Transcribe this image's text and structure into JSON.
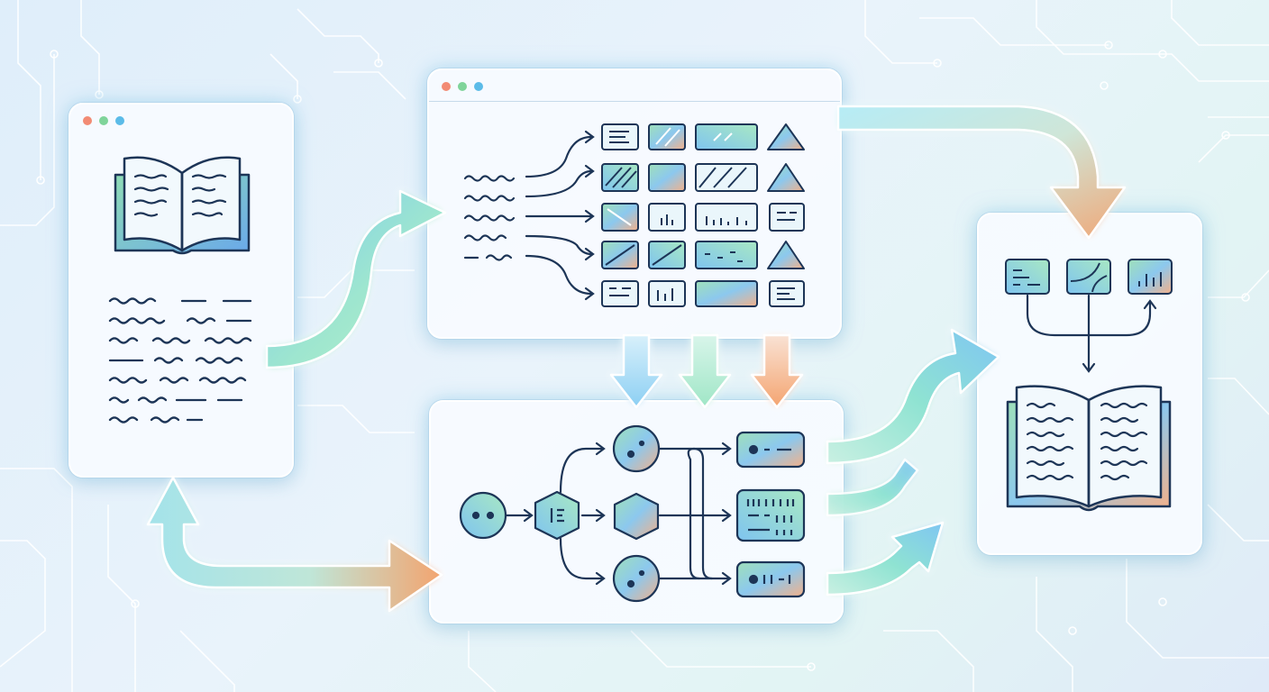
{
  "colors": {
    "background": "#e4f0fa",
    "panel_fill": "#f7fbff",
    "line_ink": "#1d3557",
    "accent_blue": "#6fb8ef",
    "accent_green": "#8fe0c0",
    "accent_orange": "#f4a470",
    "window_dot_red": "#f28b74",
    "window_dot_green": "#7fd49a",
    "window_dot_blue": "#5bbbe8"
  },
  "panels": {
    "source_document": {
      "window_controls": [
        "red",
        "green",
        "blue"
      ],
      "icon": "open-book-icon",
      "text_lines": 7
    },
    "extraction_grid": {
      "window_controls": [
        "red",
        "green",
        "blue"
      ],
      "input_lines": 5,
      "rows": 5,
      "columns": 4
    },
    "processing_graph": {
      "node_types": [
        "circle-node",
        "hexagon-node",
        "record-chip"
      ]
    },
    "output_book": {
      "icons": [
        "text-card-icon",
        "shape-card-icon",
        "chart-card-icon",
        "open-book-icon"
      ]
    }
  },
  "icons": [
    "open-book-icon",
    "arrow-icon",
    "triangle-icon",
    "hexagon-icon",
    "circle-node-icon",
    "chart-card-icon"
  ]
}
